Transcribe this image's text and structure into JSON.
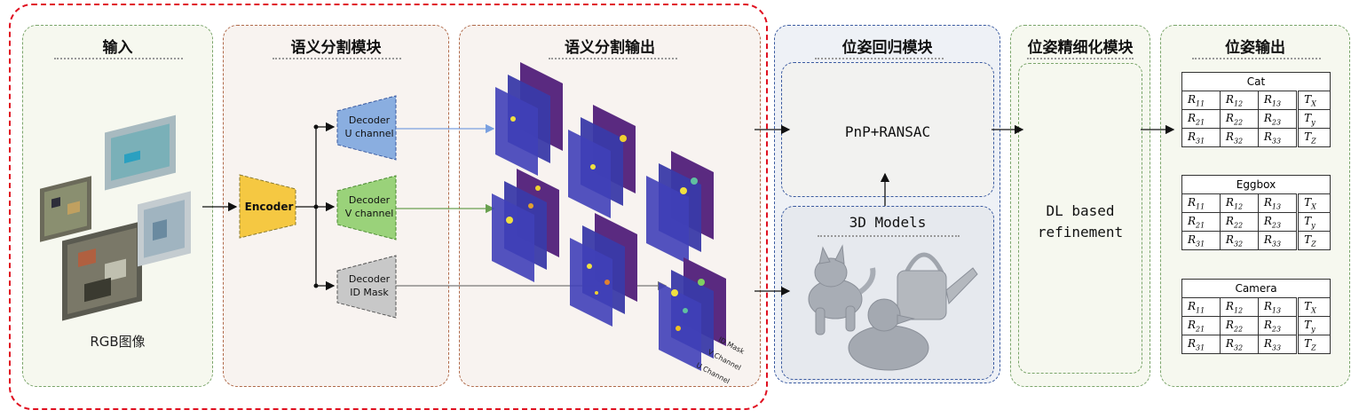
{
  "panels": {
    "input_title": "输入",
    "input_caption": "RGB图像",
    "seg_module_title": "语义分割模块",
    "seg_output_title": "语义分割输出",
    "pose_reg_title": "位姿回归模块",
    "refine_title": "位姿精细化模块",
    "pose_out_title": "位姿输出"
  },
  "network": {
    "encoder": "Encoder",
    "decoder_u_1": "Decoder",
    "decoder_u_2": "U channel",
    "decoder_v_1": "Decoder",
    "decoder_v_2": "V channel",
    "decoder_id_1": "Decoder",
    "decoder_id_2": "ID Mask"
  },
  "stack_labels": {
    "id_mask": "ID Mask",
    "v_channel": "V Channel",
    "u_channel": "U Channel"
  },
  "pose_reg": {
    "pnp": "PnP+RANSAC",
    "models": "3D Models"
  },
  "refine": {
    "line1": "DL based",
    "line2": "refinement"
  },
  "pose_tables": [
    {
      "name": "Cat"
    },
    {
      "name": "Eggbox"
    },
    {
      "name": "Camera"
    }
  ],
  "matrix": {
    "r11": "R11",
    "r12": "R12",
    "r13": "R13",
    "tx": "TX",
    "r21": "R21",
    "r22": "R22",
    "r23": "R23",
    "ty": "Ty",
    "r31": "R31",
    "r32": "R32",
    "r33": "R33",
    "tz": "TZ"
  },
  "colors": {
    "red_border": "#e01020",
    "green_border": "#7aa56a",
    "brown_border": "#b06a4a",
    "blue_border": "#3a5aa0",
    "encoder": "#f5c842",
    "decoder_u": "#8aaee0",
    "decoder_v": "#9ad27a",
    "decoder_id": "#c8c8c8"
  }
}
